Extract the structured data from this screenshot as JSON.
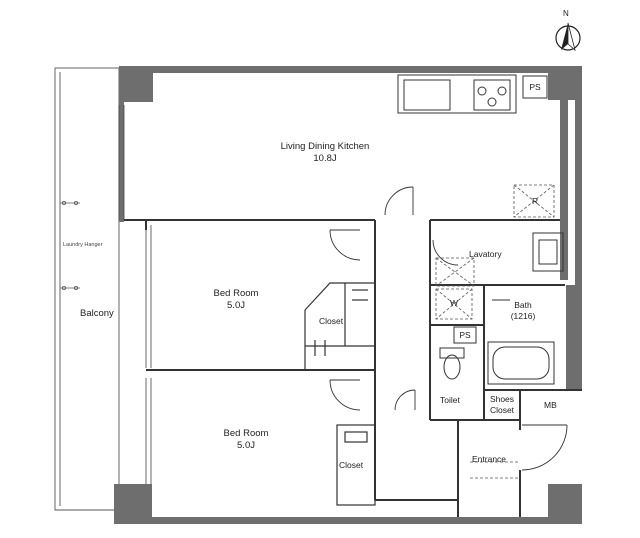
{
  "compass": {
    "letter": "N",
    "icon": "north-arrow-icon"
  },
  "rooms": {
    "ldk": {
      "name": "Living Dining Kitchen",
      "size": "10.8J"
    },
    "bed1": {
      "name": "Bed Room",
      "size": "5.0J"
    },
    "bed2": {
      "name": "Bed Room",
      "size": "5.0J"
    },
    "balcony": {
      "name": "Balcony"
    },
    "lavatory": {
      "name": "Lavatory"
    },
    "bath": {
      "name": "Bath",
      "size": "(1216)"
    },
    "toilet": {
      "name": "Toilet"
    },
    "entrance": {
      "name": "Entrance"
    },
    "shoes_closet": {
      "line1": "Shoes",
      "line2": "Closet"
    },
    "closet1": {
      "name": "Closet"
    },
    "closet2": {
      "name": "Closet"
    }
  },
  "labels": {
    "laundry_hanger": "Laundry Hanger",
    "ps_top": "PS",
    "ps_mid": "PS",
    "mb": "MB",
    "r": "R",
    "w": "W"
  },
  "colors": {
    "wall": "#6e6e6e",
    "line": "#333333",
    "fixture": "#555555"
  }
}
